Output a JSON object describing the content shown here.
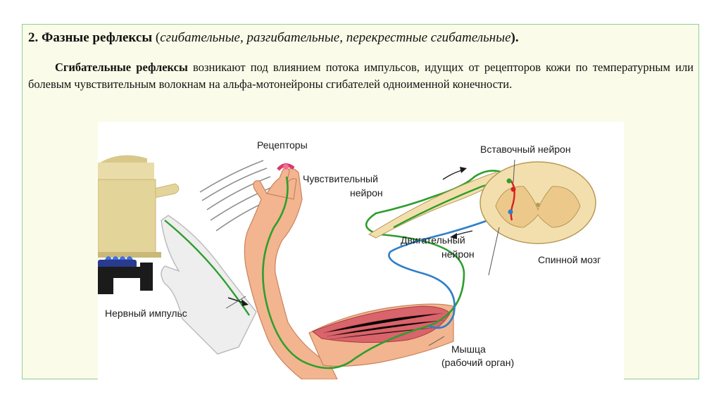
{
  "header": {
    "title": "2. Фазные рефлексы",
    "subtitle_open": " (",
    "subtitle": "сгибательные, разгибательные, перекрестные сгибательные",
    "subtitle_close": ")."
  },
  "paragraph": {
    "term": "Сгибательные рефлексы",
    "text": " возникают под влиянием потока импульсов, идущих от рецепторов кожи по температурным или болевым чувствительным волокнам на альфа-мотонейроны сгибателей одноименной конечности."
  },
  "diagram": {
    "labels": {
      "receptors": "Рецепторы",
      "interneuron": "Вставочный нейрон",
      "sensory_line1": "Чувствительный",
      "sensory_line2": "нейрон",
      "motor_line1": "Двигательный",
      "motor_line2": "нейрон",
      "spinal_cord": "Спинной мозг",
      "nerve_impulse": "Нервный импульс",
      "muscle_line1": "Мышца",
      "muscle_line2": "(рабочий орган)"
    },
    "colors": {
      "sensory": "#2e9e2e",
      "motor": "#2f7fc8",
      "interneuron": "#d62020",
      "skin": "#f2b58f",
      "muscle": "#d9646b",
      "spinal": "#f3dfae",
      "pot": "#e3d49a"
    }
  }
}
